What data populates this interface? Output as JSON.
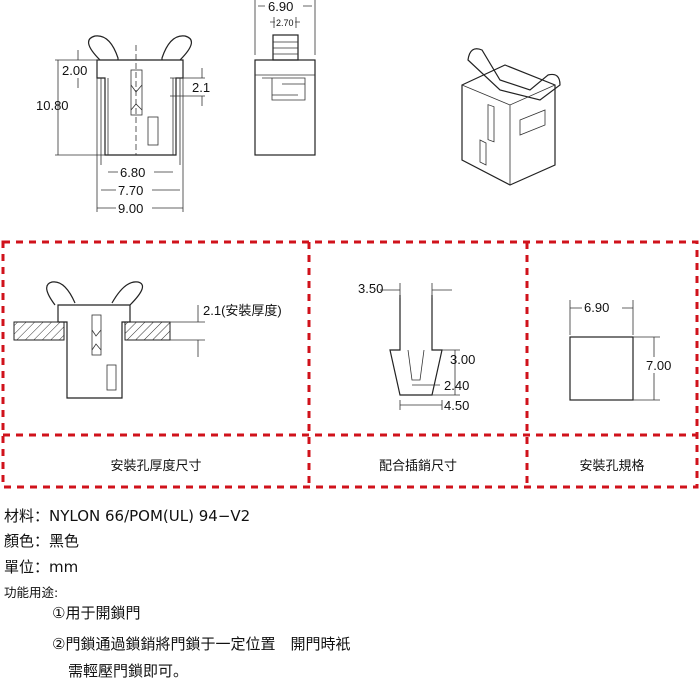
{
  "drawings": {
    "front_view": {
      "d_200": "2.00",
      "d_1080": "10.80",
      "d_21": "2.1",
      "d_680": "6.80",
      "d_770": "7.70",
      "d_900": "9.00"
    },
    "side_view": {
      "d_690": "6.90",
      "d_270": "2.70"
    },
    "install_view": {
      "d_thickness": "2.1(安裝厚度)"
    },
    "pin_view": {
      "d_350": "3.50",
      "d_300": "3.00",
      "d_240": "2.40",
      "d_450": "4.50"
    },
    "hole_view": {
      "d_690": "6.90",
      "d_700": "7.00"
    }
  },
  "captions": {
    "install_hole": "安裝孔厚度尺寸",
    "pin": "配合插銷尺寸",
    "hole_spec": "安裝孔規格"
  },
  "specs": {
    "material": "材料：NYLON 66/POM(UL) 94−V2",
    "color": "顏色：黑色",
    "unit": "單位：mm",
    "function_label": "功能用途:",
    "function_1": "①用于開鎖門",
    "function_2": "②門鎖通過鎖銷將門鎖于一定位置　開門時衹",
    "function_2b": "需輕壓門鎖即可。"
  },
  "colors": {
    "divider": "#d0121b",
    "line": "#222222"
  }
}
